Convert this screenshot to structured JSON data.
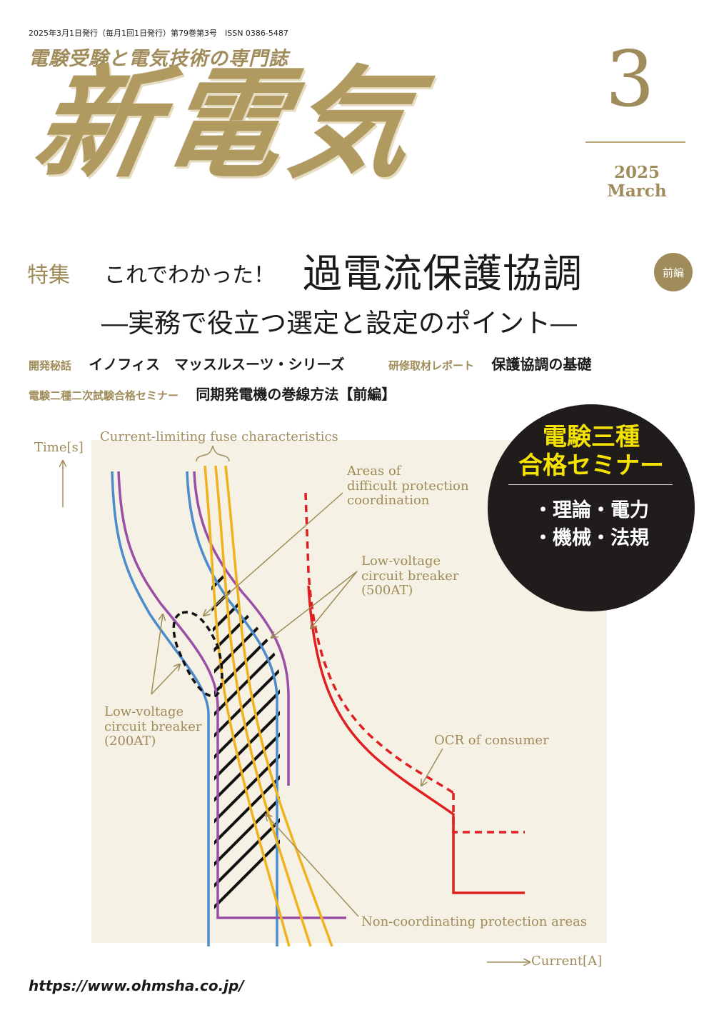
{
  "header": {
    "pub_info": "2025年3月1日発行（毎月1回1日発行）第79巻第3号　ISSN 0386-5487",
    "tagline": "電験受験と電気技術の専門誌",
    "title": "新電気",
    "issue_number": "3",
    "year": "2025",
    "month": "March"
  },
  "feature": {
    "label": "特集",
    "lead": "これでわかった！",
    "title": "過電流保護協調",
    "badge": "前編",
    "subtitle": "―実務で役立つ選定と設定のポイント―"
  },
  "contents": {
    "row1_label1": "開発秘話",
    "row1_text1": "イノフィス　マッスルスーツ・シリーズ",
    "row1_label2": "研修取材レポート",
    "row1_text2": "保護協調の基礎",
    "row2_label": "電験二種二次試験合格セミナー",
    "row2_text": "同期発電機の巻線方法【前編】"
  },
  "seminar": {
    "line1": "電験三種",
    "line2": "合格セミナー",
    "line3": "・理論・電力",
    "line4": "・機械・法規"
  },
  "diagram": {
    "y_axis": "Time[s]",
    "x_axis": "Current[A]",
    "fuse_label": "Current-limiting fuse characteristics",
    "difficult_1": "Areas of",
    "difficult_2": "difficult protection",
    "difficult_3": "coordination",
    "lv500_1": "Low-voltage",
    "lv500_2": "circuit breaker",
    "lv500_3": "(500AT)",
    "lv200_1": "Low-voltage",
    "lv200_2": "circuit breaker",
    "lv200_3": "(200AT)",
    "ocr": "OCR of consumer",
    "noncoord": "Non-coordinating protection areas",
    "colors": {
      "blue": "#4a8ccc",
      "purple": "#9a4fa6",
      "yellow": "#f0b21e",
      "red": "#e02020",
      "annotation": "#a08c5a"
    }
  },
  "footer": {
    "url": "https://www.ohmsha.co.jp/"
  }
}
